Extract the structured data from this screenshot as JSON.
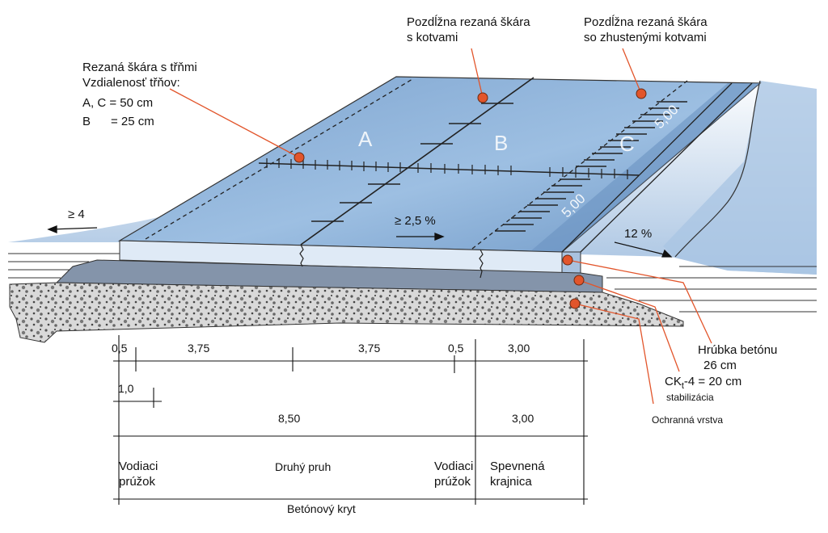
{
  "callouts": {
    "joint_stirrups": {
      "title": "Rezaná škára s třňmi",
      "spacing": "Vzdialenosť třňov:",
      "ac": "A, C  = 50 cm",
      "b": "B      = 25 cm"
    },
    "joint_anchors": {
      "line1": "Pozdĺžna rezaná škára",
      "line2": "s kotvami"
    },
    "joint_dense": {
      "line1": "Pozdĺžna rezaná škára",
      "line2": "so zhustenými kotvami"
    },
    "thickness": {
      "line1": "Hrúbka betónu",
      "line2": "26 cm"
    },
    "ckt": {
      "prefix": "CK",
      "sub": "t",
      "suffix": "-4 = 20 cm",
      "note": "stabilizácia"
    },
    "protective": "Ochranná vrstva"
  },
  "lanes": {
    "a": "A",
    "b": "B",
    "c": "C"
  },
  "slab_dims": {
    "top": "5,00",
    "bottom": "5,00"
  },
  "slopes": {
    "left": "≥ 4",
    "main": "≥ 2,5 %",
    "shoulder": "12 %"
  },
  "dims": {
    "row1": [
      "0,5",
      "3,75",
      "3,75",
      "0,5",
      "3,00"
    ],
    "row2": "1,0",
    "row3_left": "8,50",
    "row3_right": "3,00"
  },
  "labels": {
    "guide_strip_1": [
      "Vodiaci",
      "prúžok"
    ],
    "second_lane": "Druhý pruh",
    "guide_strip_2": [
      "Vodiaci",
      "prúžok"
    ],
    "shoulder": [
      "Spevnená",
      "krajnica"
    ],
    "concrete_cover": "Betónový kryt"
  },
  "colors": {
    "road_top": "#8fb2d8",
    "road_dark": "#5d86b4",
    "slab_side": "#c9dbee",
    "subbase": "#7e8fa6",
    "marker": "#e2552b"
  }
}
